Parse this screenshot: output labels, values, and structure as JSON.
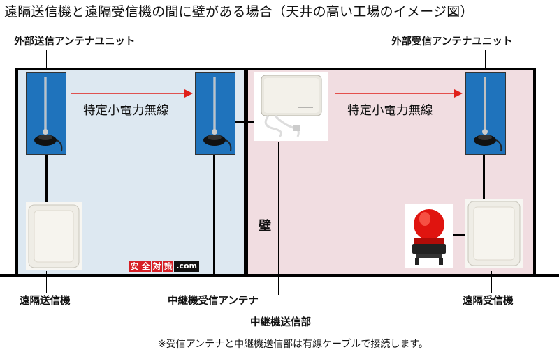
{
  "title": "遠隔送信機と遠隔受信機の間に壁がある場合（天井の高い工場のイメージ図）",
  "labels": {
    "tx_antenna_unit": "外部送信アンテナユニット",
    "rx_antenna_unit": "外部受信アンテナユニット",
    "radio_left": "特定小電力無線",
    "radio_right": "特定小電力無線",
    "wall": "壁",
    "remote_transmitter": "遠隔送信機",
    "relay_rx_antenna": "中継機受信アンテナ",
    "relay_transmitter": "中継機送信部",
    "remote_receiver": "遠隔受信機",
    "note": "※受信アンテナと中継機送信部は有線ケーブルで接続します。"
  },
  "logo": {
    "chars": [
      "安",
      "全",
      "対",
      "策"
    ],
    "suffix": ".com"
  },
  "colors": {
    "left_room": "#dde8f1",
    "right_room": "#f1dde1",
    "arrow": "#e0201a",
    "antenna_bg": "#1f73bc",
    "beacon": "#e0140f"
  }
}
